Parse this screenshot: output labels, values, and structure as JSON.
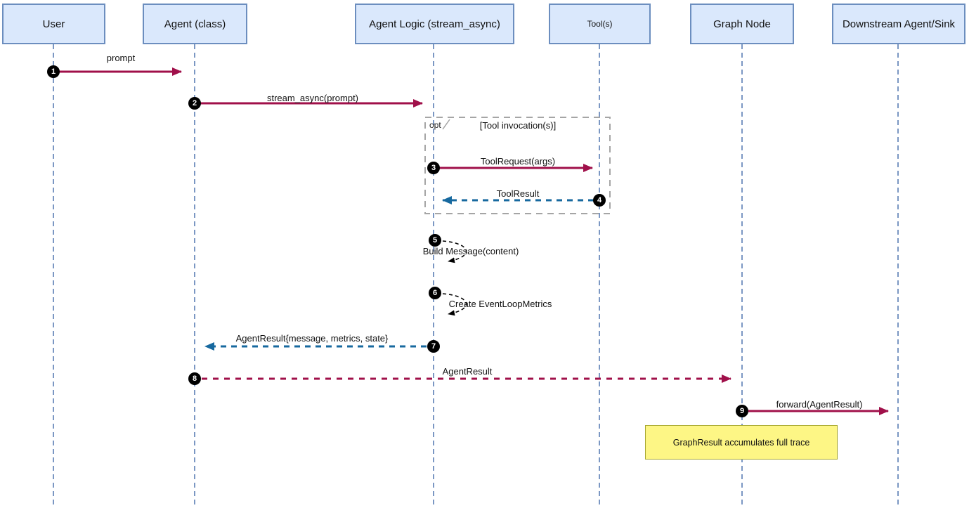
{
  "diagram": {
    "type": "uml-sequence",
    "participants": [
      {
        "id": "user",
        "label": "User"
      },
      {
        "id": "agent-class",
        "label": "Agent (class)"
      },
      {
        "id": "agent-logic",
        "label": "Agent Logic (stream_async)"
      },
      {
        "id": "tools",
        "label": "Tool(s)"
      },
      {
        "id": "graph-node",
        "label": "Graph Node"
      },
      {
        "id": "downstream",
        "label": "Downstream Agent/Sink"
      }
    ],
    "fragment": {
      "operator": "opt",
      "guard": "[Tool invocation(s)]"
    },
    "messages": [
      {
        "num": "1",
        "label": "prompt",
        "from": "User",
        "to": "Agent (class)",
        "line": "solid"
      },
      {
        "num": "2",
        "label": "stream_async(prompt)",
        "from": "Agent (class)",
        "to": "Agent Logic (stream_async)",
        "line": "solid"
      },
      {
        "num": "3",
        "label": "ToolRequest(args)",
        "from": "Agent Logic (stream_async)",
        "to": "Tool(s)",
        "line": "solid"
      },
      {
        "num": "4",
        "label": "ToolResult",
        "from": "Tool(s)",
        "to": "Agent Logic (stream_async)",
        "line": "dashed"
      },
      {
        "num": "5",
        "label": "Build Message(content)",
        "from": "Agent Logic (stream_async)",
        "to": "Agent Logic (stream_async)",
        "line": "self"
      },
      {
        "num": "6",
        "label": "Create EventLoopMetrics",
        "from": "Agent Logic (stream_async)",
        "to": "Agent Logic (stream_async)",
        "line": "self"
      },
      {
        "num": "7",
        "label": "AgentResult{message, metrics, state}",
        "from": "Agent Logic (stream_async)",
        "to": "Agent (class)",
        "line": "dashed"
      },
      {
        "num": "8",
        "label": "AgentResult",
        "from": "Agent (class)",
        "to": "Graph Node",
        "line": "dashed"
      },
      {
        "num": "9",
        "label": "forward(AgentResult)",
        "from": "Graph Node",
        "to": "Downstream Agent/Sink",
        "line": "solid"
      }
    ],
    "note": {
      "text": "GraphResult accumulates full trace"
    },
    "colors": {
      "maroon": "#a0104a",
      "blue": "#17699f",
      "boxFill": "#dae8fc",
      "boxStroke": "#6c8ebf",
      "lifeline": "#7b97c3",
      "noteFill": "#fdf685",
      "noteStroke": "#a8a832",
      "fragmentStroke": "#a5a5a5",
      "circleBg": "#000000"
    }
  }
}
